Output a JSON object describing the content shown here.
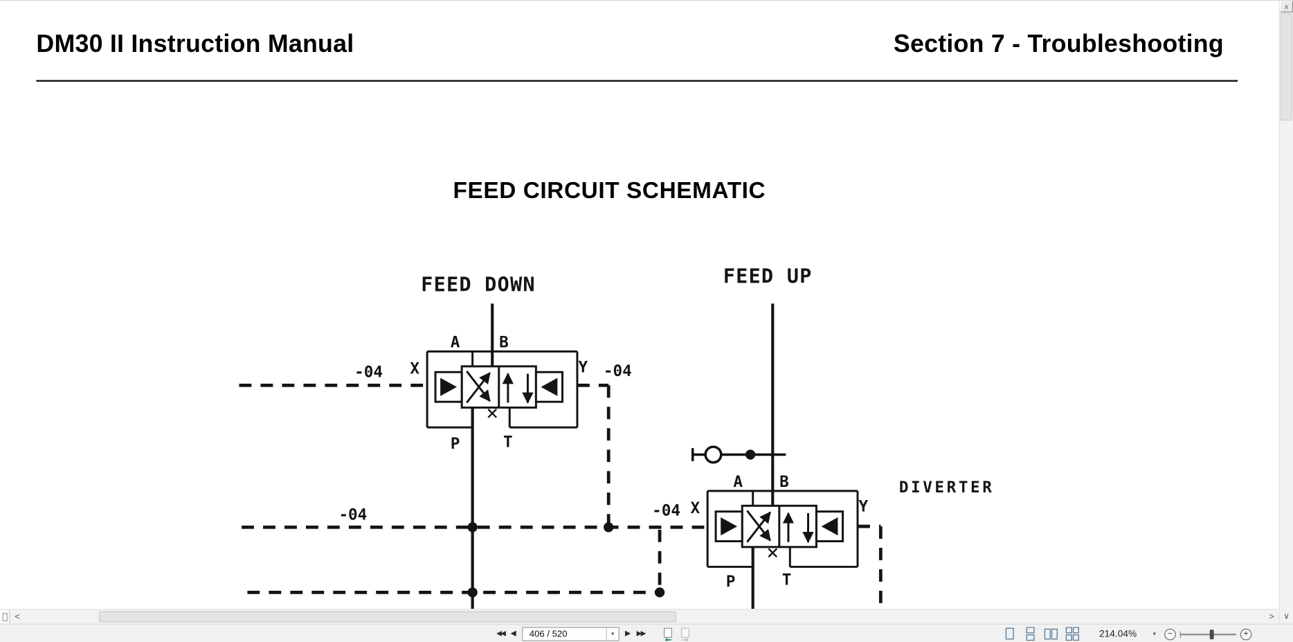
{
  "header": {
    "title": "DM30 II Instruction Manual",
    "section": "Section 7 - Troubleshooting"
  },
  "schematic": {
    "title": "FEED CIRCUIT SCHEMATIC",
    "labels": {
      "feed_down": "FEED DOWN",
      "feed_up": "FEED UP",
      "diverter": "DIVERTER"
    },
    "left_valve": {
      "a": "A",
      "b": "B",
      "x": "X",
      "y": "Y",
      "p": "P",
      "t": "T",
      "x_line": "-04",
      "y_line": "-04"
    },
    "right_valve": {
      "a": "A",
      "b": "B",
      "x": "X",
      "y": "Y",
      "p": "P",
      "t": "T",
      "x_line": "-04"
    },
    "pilot_line_label": "-04"
  },
  "toolbar": {
    "page_field": "406 / 520",
    "zoom_value": "214.04%",
    "icons": {
      "first_page": "◀◀",
      "prev_page": "◀",
      "next_page": "▶",
      "last_page": "▶▶",
      "page_dropdown": "▼",
      "zoom_dropdown": "▼",
      "zoom_out": "−",
      "zoom_in": "+"
    }
  },
  "scrollbars": {
    "up": "∧",
    "down": "∨",
    "left": "<",
    "right": ">"
  },
  "colors": {
    "line": "#141414",
    "toolbar_bg": "#f1f1f1",
    "layout_icon": "#66809b"
  }
}
